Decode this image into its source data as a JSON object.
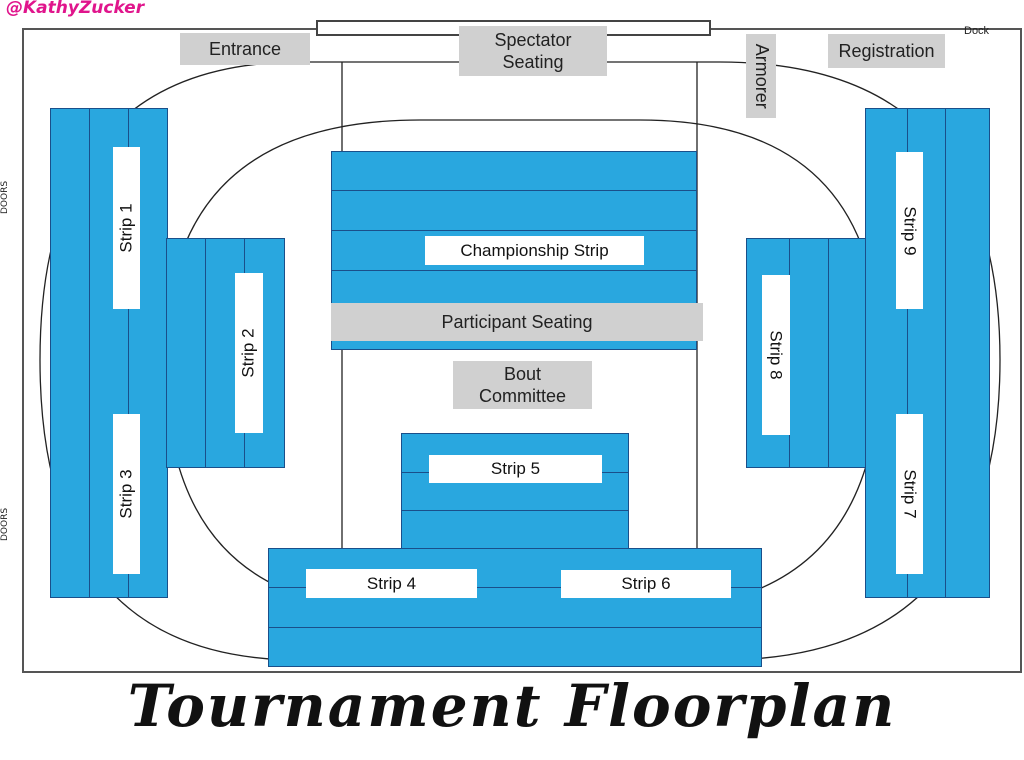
{
  "watermark": "@KathyZucker",
  "title": "Tournament Floorplan",
  "room_labels": {
    "dock": "Dock",
    "doors_upper": "DOORS",
    "doors_lower": "DOORS"
  },
  "areas": {
    "entrance": "Entrance",
    "spectator_line1": "Spectator",
    "spectator_line2": "Seating",
    "armorer": "Armorer",
    "registration": "Registration",
    "participant_seating": "Participant Seating",
    "bout_line1": "Bout",
    "bout_line2": "Committee"
  },
  "strips": {
    "championship": "Championship Strip",
    "s1": "Strip 1",
    "s2": "Strip 2",
    "s3": "Strip 3",
    "s4": "Strip 4",
    "s5": "Strip 5",
    "s6": "Strip 6",
    "s7": "Strip 7",
    "s8": "Strip 8",
    "s9": "Strip 9"
  },
  "colors": {
    "strip_blue": "#29a7df",
    "strip_border": "#1a4f8a",
    "area_gray": "#d0d0d0",
    "watermark_pink": "#e0158c"
  }
}
